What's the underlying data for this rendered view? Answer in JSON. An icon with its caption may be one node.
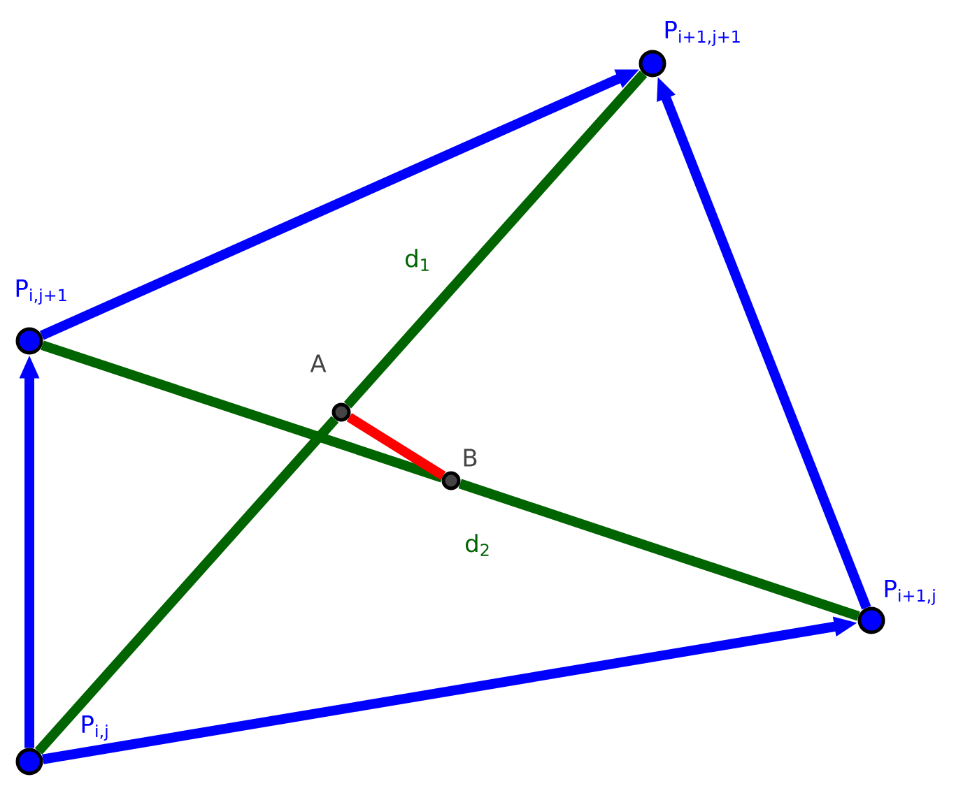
{
  "diagram": {
    "nodes": [
      {
        "text": [],
        "shape": "circle",
        "beside": [
          "P$_{i,j}$"
        ]
      },
      {
        "text": [],
        "shape": "circle",
        "beside": [
          "P$_{i,j+1}$"
        ]
      },
      {
        "text": [],
        "shape": "circle",
        "beside": [
          "P$_{i+1,j+1}$"
        ]
      },
      {
        "text": [],
        "shape": "circle",
        "beside": [
          "P$_{i+1,j}$"
        ]
      },
      {
        "text": [],
        "shape": "circle",
        "beside": [
          "A"
        ]
      },
      {
        "text": [],
        "shape": "circle",
        "beside": [
          "B"
        ]
      }
    ],
    "edges": [
      {
        "from": 0,
        "to": 1,
        "arrow": "to"
      },
      {
        "from": 0,
        "to": 3,
        "arrow": "to"
      },
      {
        "from": 1,
        "to": 2,
        "arrow": "to"
      },
      {
        "from": 3,
        "to": 2,
        "arrow": "to"
      },
      {
        "from": 0,
        "to": 4,
        "arrow": "none",
        "color": "#006400"
      },
      {
        "from": 4,
        "to": 2,
        "arrow": "none",
        "color": "#006400",
        "label": "d$_{1}$"
      },
      {
        "from": 1,
        "to": 5,
        "arrow": "none",
        "color": "#006400"
      },
      {
        "from": 5,
        "to": 3,
        "arrow": "none",
        "color": "#006400",
        "label": "d$_{2}$"
      },
      {
        "from": 4,
        "to": 5,
        "arrow": "none",
        "color": "#ff0000"
      }
    ]
  }
}
